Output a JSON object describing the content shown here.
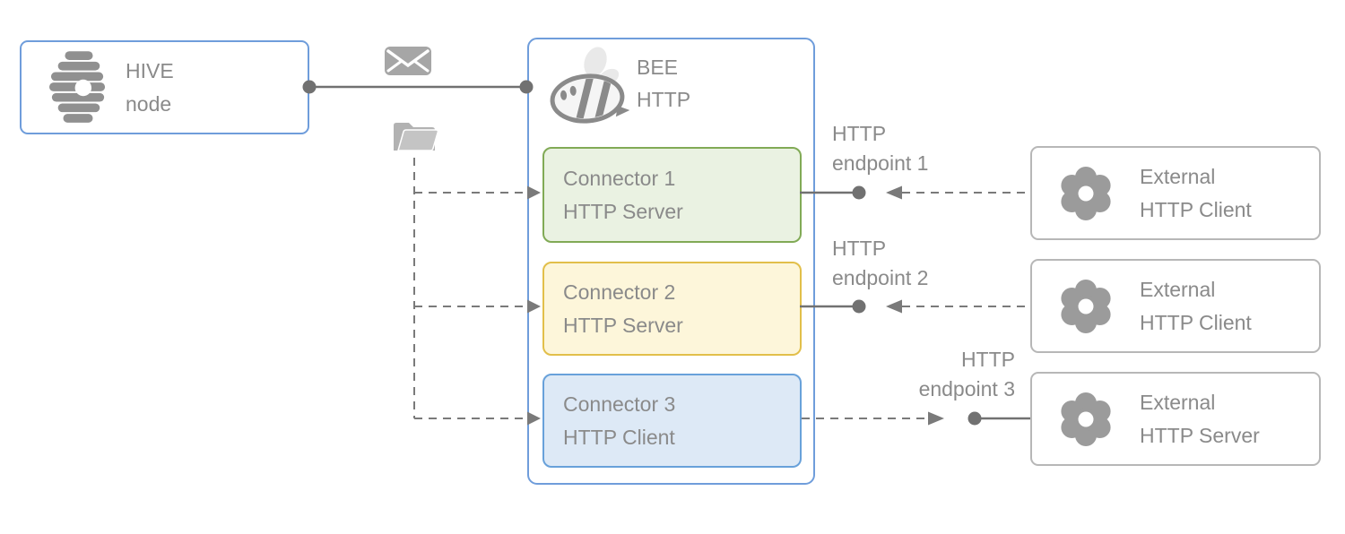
{
  "hive": {
    "title": "HIVE",
    "subtitle": "node",
    "icon": "beehive-icon"
  },
  "bee": {
    "title": "BEE",
    "subtitle": "HTTP",
    "icon": "bee-icon"
  },
  "link_icons": {
    "message": "envelope-icon",
    "config": "folder-icon"
  },
  "connectors": [
    {
      "title": "Connector 1",
      "subtitle": "HTTP Server"
    },
    {
      "title": "Connector 2",
      "subtitle": "HTTP Server"
    },
    {
      "title": "Connector 3",
      "subtitle": "HTTP Client"
    }
  ],
  "endpoints": [
    {
      "line1": "HTTP",
      "line2": "endpoint 1"
    },
    {
      "line1": "HTTP",
      "line2": "endpoint 2"
    },
    {
      "line1": "HTTP",
      "line2": "endpoint 3"
    }
  ],
  "externals": [
    {
      "title": "External",
      "subtitle": "HTTP Client",
      "icon": "flower-icon"
    },
    {
      "title": "External",
      "subtitle": "HTTP Client",
      "icon": "flower-icon"
    },
    {
      "title": "External",
      "subtitle": "HTTP Server",
      "icon": "flower-icon"
    }
  ],
  "colors": {
    "outer_box_border_blue": "#6f9ddb",
    "connector1_border": "#81aa56",
    "connector1_fill": "#eaf2e2",
    "connector2_border": "#e2bf4a",
    "connector2_fill": "#fdf6da",
    "connector3_border": "#68a1da",
    "connector3_fill": "#dde9f6",
    "external_box_border": "#b7b7b7",
    "line_gray": "#717171",
    "dashed_line_gray": "#7a7a7a",
    "text_gray": "#8a8a8a",
    "icon_gray": "#9b9b9b"
  }
}
